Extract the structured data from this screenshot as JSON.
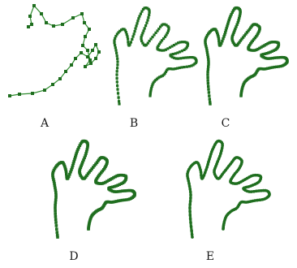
{
  "colors": {
    "stroke": "#2e8b2e",
    "point": "#1f6e1f",
    "thick": "#2a7a2a"
  },
  "panels": [
    {
      "id": "A",
      "label": "A"
    },
    {
      "id": "B",
      "label": "B"
    },
    {
      "id": "C",
      "label": "C"
    },
    {
      "id": "D",
      "label": "D"
    },
    {
      "id": "E",
      "label": "E"
    }
  ]
}
